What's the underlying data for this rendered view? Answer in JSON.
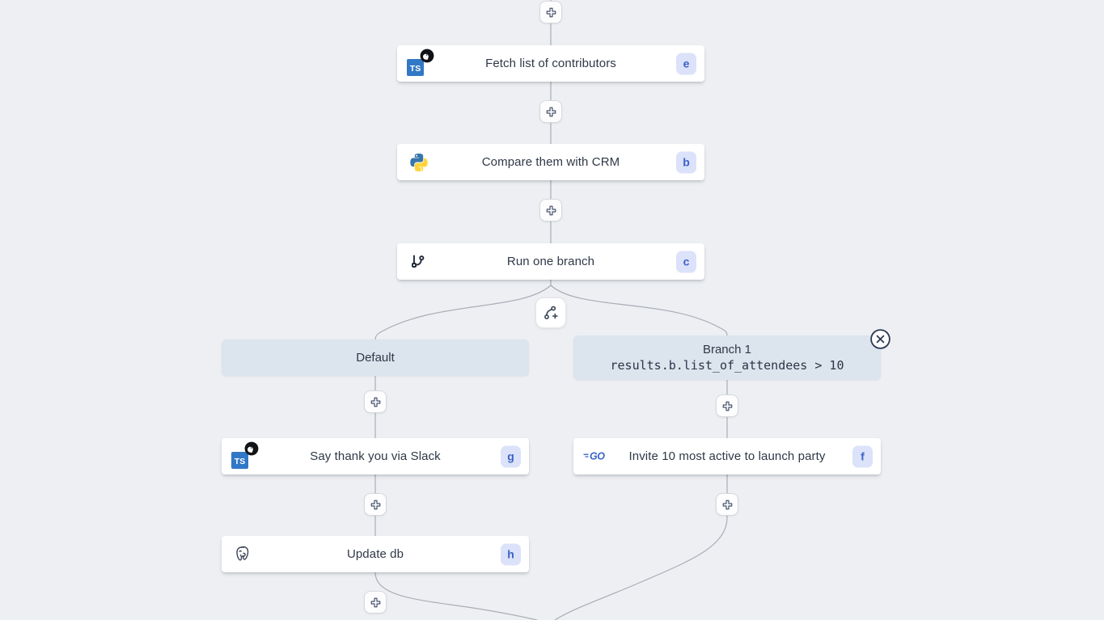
{
  "flow": {
    "top_nodes": [
      {
        "label": "Fetch list of contributors",
        "badge": "e",
        "icon": "typescript-deno-icon"
      },
      {
        "label": "Compare them with CRM",
        "badge": "b",
        "icon": "python-icon"
      },
      {
        "label": "Run one branch",
        "badge": "c",
        "icon": "git-branch-icon"
      }
    ],
    "add_branch_button_icon": "git-branch-plus-icon",
    "insert_step_button_icon": "plus-icon",
    "branches": [
      {
        "header": {
          "label": "Default"
        },
        "nodes": [
          {
            "label": "Say thank you via Slack",
            "badge": "g",
            "icon": "typescript-deno-icon"
          },
          {
            "label": "Update db",
            "badge": "h",
            "icon": "postgresql-icon"
          }
        ]
      },
      {
        "header": {
          "label": "Branch 1",
          "condition": "results.b.list_of_attendees > 10"
        },
        "remove_button_icon": "close-circle-icon",
        "nodes": [
          {
            "label": "Invite 10 most active to launch party",
            "badge": "f",
            "icon": "go-icon"
          }
        ]
      }
    ]
  },
  "colors": {
    "canvas_background": "#edeff2",
    "edge": "#a9adb6",
    "card_background": "#ffffff",
    "badge_background": "#dbe2f9",
    "badge_text": "#3b63c9",
    "branch_header_background": "#dce4ee",
    "label_text": "#2f3847",
    "typescript_blue": "#3178c6",
    "python_blue": "#3776ab",
    "python_yellow": "#ffd43b",
    "go_blue": "#3a66c9"
  }
}
